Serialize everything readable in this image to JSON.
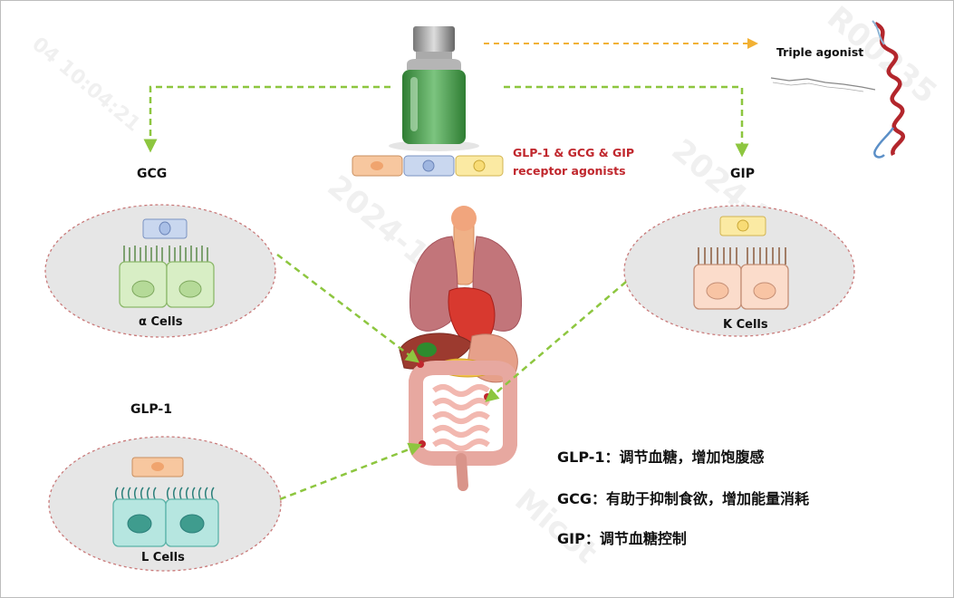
{
  "agonist_caption": {
    "line1": "GLP-1 & GCG & GIP",
    "line2": "receptor agonists"
  },
  "triple_agonist_label": "Triple agonist",
  "receptors": {
    "gcg": "GCG",
    "gip": "GIP",
    "glp1": "GLP-1"
  },
  "cells": {
    "alpha": "α Cells",
    "k": "K Cells",
    "l": "L Cells"
  },
  "functions": [
    "GLP-1：调节血糖，增加饱腹感",
    "GCG：有助于抑制食欲，增加能量消耗",
    "GIP：调节血糖控制"
  ],
  "watermark": {
    "lines": [
      "2024-11-08",
      "Micot",
      "R00235",
      "04 10:04:21"
    ]
  },
  "colors": {
    "arrow_green": "#8dc63f",
    "arrow_orange": "#f2b134",
    "caption_red": "#c0272d",
    "ellipse_fill": "#e6e6e6",
    "ellipse_border": "#c97a7a",
    "orange_cell": "#f7c79f",
    "blue_cell": "#c9d7ef",
    "yellow_cell": "#fbeaa3",
    "alpha_cell": "#d8eec5",
    "k_cell": "#fbdccb",
    "l_cell": "#b6e6e0",
    "vial_liquid": "#3f9b44"
  }
}
